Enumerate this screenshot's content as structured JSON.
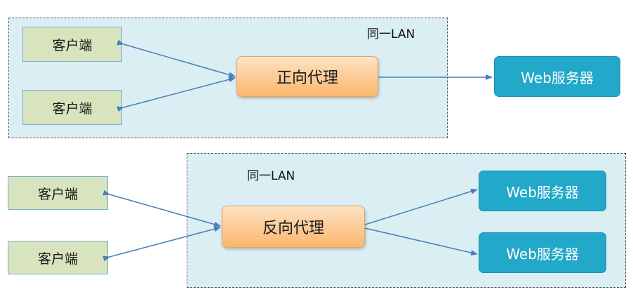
{
  "forward": {
    "lan_label": "同一LAN",
    "clients": [
      {
        "label": "客户端"
      },
      {
        "label": "客户端"
      }
    ],
    "proxy_label": "正向代理",
    "server_label": "Web服务器"
  },
  "reverse": {
    "lan_label": "同一LAN",
    "clients": [
      {
        "label": "客户端"
      },
      {
        "label": "客户端"
      }
    ],
    "proxy_label": "反向代理",
    "servers": [
      {
        "label": "Web服务器"
      },
      {
        "label": "Web服务器"
      }
    ]
  },
  "colors": {
    "lan_fill": "#daeef3",
    "client_fill": "#d7e4bd",
    "proxy_fill": "#fbb66e",
    "server_fill": "#22a8c9",
    "arrow": "#4a7ebb"
  }
}
